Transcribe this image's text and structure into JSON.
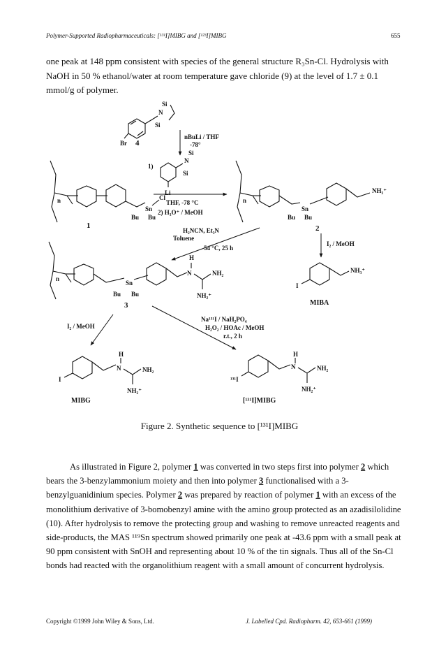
{
  "header": {
    "running_title": "Polymer-Supported Radiopharmaceuticals: [¹³¹I]MIBG and [¹²³I]MIBG",
    "page_number": "655"
  },
  "para1": {
    "text": "one peak at 148 ppm consistent with species of the general structure R₃Sn-Cl. Hydrolysis with NaOH in 50 % ethanol/water at room temperature gave chloride (9) at the level of 1.7 ± 0.1 mmol/g of polymer."
  },
  "scheme": {
    "reagent_compound_num": "4",
    "step1_reagent": "nBuLi / THF",
    "step1_temp": "-78°",
    "step2_num1": "1)",
    "step2_li": "Li",
    "step2_cond1": "THF, -78 °C",
    "step2_num2": "2) H₃O⁺ / MeOH",
    "step3_reagent": "H₂NCN, Et₃N",
    "step3_solvent": "Toluene",
    "step3_cond": "54 °C, 25 h",
    "step4_reagent": "I₂ / MeOH",
    "step5_reagent": "I₂ / MeOH",
    "step6_reagent1": "Na¹³¹I / NaH₂PO₄",
    "step6_reagent2": "H₂O₂ / HOAc / MeOH",
    "step6_cond": "r.t., 2 h",
    "cmpd1_label": "1",
    "cmpd2_label": "2",
    "cmpd3_label": "3",
    "miba_label": "MIBA",
    "mibg_label": "MIBG",
    "mibg131_label": "[¹³¹I]MIBG",
    "atoms": {
      "si": "Si",
      "n": "N",
      "br": "Br",
      "sn": "Sn",
      "cl": "Cl",
      "bu": "Bu",
      "n_chain": "n",
      "i": "I",
      "i131": "¹³¹I",
      "h": "H",
      "nh2": "NH₂",
      "nh2plus": "NH₂⁺",
      "nh3plus": "NH₃⁺"
    }
  },
  "caption": "Figure 2. Synthetic sequence to [¹³¹I]MIBG",
  "para2": {
    "s1": "As illustrated in Figure 2, polymer ",
    "r1": "1",
    "s2": " was converted in two steps first into polymer ",
    "r2": "2",
    "s3": " which bears the 3-benzylammonium moiety and then into polymer ",
    "r3": "3",
    "s4": " functionalised with a 3-benzylguanidinium species. Polymer ",
    "r4": "2",
    "s5": " was prepared by reaction of polymer ",
    "r5": "1",
    "s6": " with an excess of the monolithium derivative of 3-bomobenzyl amine with the amino group protected as an azadisilolidine (10). After hydrolysis to remove the protecting group and washing to remove unreacted reagents and side-products, the MAS ¹¹⁹Sn spectrum showed primarily one peak at -43.6 ppm with a small peak at 90 ppm consistent with SnOH and representing about 10 % of the tin signals. Thus all of the Sn-Cl bonds had reacted with the organolithium reagent with a small amount of concurrent hydrolysis."
  },
  "footer": {
    "copyright": "Copyright ©1999 John Wiley & Sons, Ltd.",
    "citation": "J. Labelled Cpd. Radiopharm. 42, 653-661 (1999)"
  }
}
